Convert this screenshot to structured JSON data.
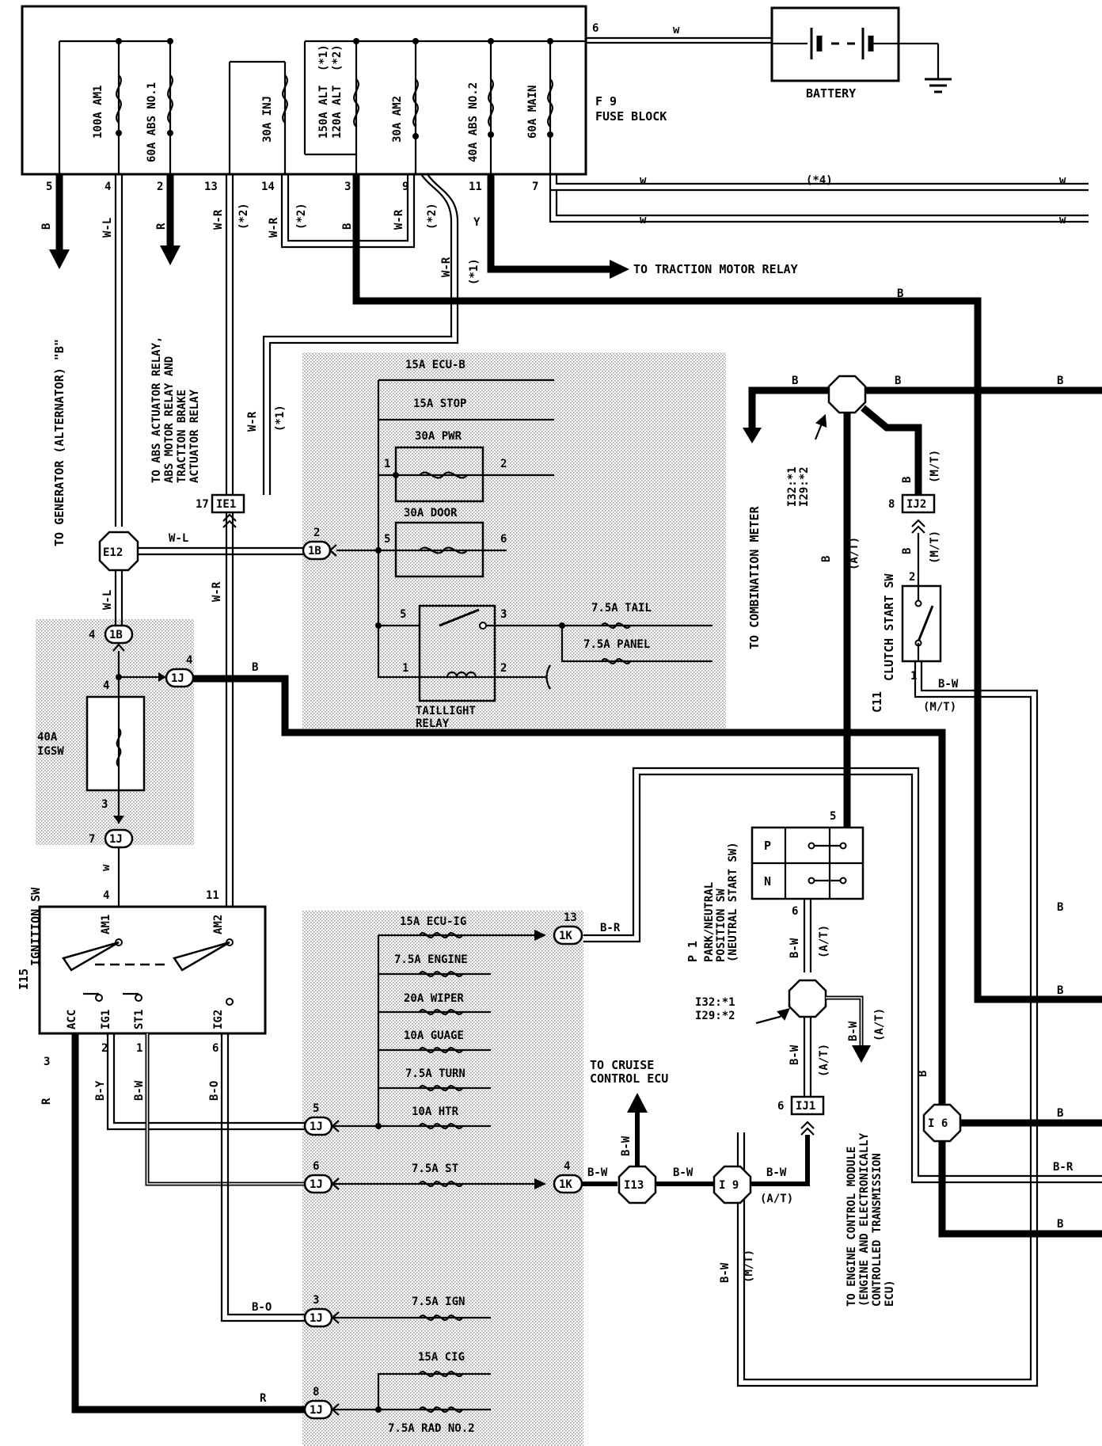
{
  "fuse_block": {
    "title_line1": "F 9",
    "title_line2": "FUSE BLOCK",
    "fuses": [
      {
        "label": "100A AM1"
      },
      {
        "label": "60A ABS NO.1"
      },
      {
        "label": "30A INJ"
      },
      {
        "label": "150A ALT (*1)",
        "line1": "150A ALT",
        "mark1": "(*1)"
      },
      {
        "label": "120A ALT (*2)",
        "line1": "120A ALT",
        "mark1": "(*2)"
      },
      {
        "label": "30A AM2"
      },
      {
        "label": "40A ABS NO.2"
      },
      {
        "label": "60A MAIN"
      }
    ],
    "pins": [
      "5",
      "4",
      "2",
      "13",
      "14",
      "3",
      "9",
      "11",
      "7",
      "6"
    ]
  },
  "battery": {
    "label": "BATTERY"
  },
  "wires": {
    "w": "w",
    "B": "B",
    "WL": "W-L",
    "R": "R",
    "WR": "W-R",
    "Y": "Y",
    "BR": "B-R",
    "BW": "B-W",
    "BY": "B-Y",
    "BO": "B-O"
  },
  "marks": {
    "m1": "(*1)",
    "m2": "(*2)",
    "m4": "(*4)",
    "at": "(A/T)",
    "mt": "(M/T)"
  },
  "destinations": {
    "traction": "TO TRACTION MOTOR RELAY",
    "generator": "TO GENERATOR (ALTERNATOR) \"B\"",
    "abs_line1": "TO ABS ACTUATOR RELAY,",
    "abs_line2": "ABS MOTOR RELAY AND",
    "abs_line3": "TRACTION BRAKE",
    "abs_line4": "ACTUATOR RELAY",
    "combination": "TO COMBINATION METER",
    "cruise_line1": "TO CRUISE",
    "cruise_line2": "CONTROL ECU",
    "ecm_line1": "TO ENGINE CONTROL MODULE",
    "ecm_line2": "(ENGINE AND ELECTRONICALLY",
    "ecm_line3": "CONTROLLED TRANSMISSION",
    "ecm_line4": "ECU)"
  },
  "jb_fuses_upper": {
    "ecu_b": "15A ECU-B",
    "stop": "15A STOP",
    "pwr": "30A PWR",
    "door": "30A DOOR",
    "tail": "7.5A TAIL",
    "panel": "7.5A PANEL",
    "relay_line1": "TAILLIGHT",
    "relay_line2": "RELAY"
  },
  "igsw": {
    "line1": "40A",
    "line2": "IGSW"
  },
  "ignition_switch": {
    "code": "I15",
    "name": "IGNITION SW",
    "terminals": [
      "AM1",
      "AM2",
      "ACC",
      "IG1",
      "ST1",
      "IG2"
    ]
  },
  "jb_fuses_lower": {
    "ecu_ig": "15A ECU-IG",
    "engine": "7.5A ENGINE",
    "wiper": "20A WIPER",
    "guage": "10A GUAGE",
    "turn": "7.5A TURN",
    "htr": "10A HTR",
    "st": "7.5A ST",
    "ign": "7.5A IGN",
    "cig": "15A CIG",
    "rad": "7.5A RAD NO.2"
  },
  "connectors": {
    "IE1": "IE1",
    "E12": "E12",
    "1B": "1B",
    "1J": "1J",
    "1K": "1K",
    "IJ2": "IJ2",
    "IJ1": "IJ1",
    "I13": "I13",
    "I9": "I 9",
    "I6": "I 6"
  },
  "splice_ref": {
    "line1": "I32:*1",
    "line2": "I29:*2"
  },
  "clutch": {
    "code": "C11",
    "name": "CLUTCH START SW"
  },
  "pn_switch": {
    "code": "P 1",
    "line1": "PARK/NEUTRAL",
    "line2": "POSITION SW",
    "line3": "(NEUTRAL START SW)",
    "p": "P",
    "n": "N"
  },
  "pin_numbers": {
    "ie1": "17",
    "one_b_a": "2",
    "one_b_b": "4",
    "one_j_4": "4",
    "igsw_in": "4",
    "igsw_out": "3",
    "one_j_7": "7",
    "sw_am1": "4",
    "sw_am2": "11",
    "sw_acc": "3",
    "sw_ig1": "2",
    "sw_st1": "1",
    "sw_ig2": "6",
    "pwr1": "1",
    "pwr2": "2",
    "door5": "5",
    "door6": "6",
    "rel5": "5",
    "rel3": "3",
    "rel1": "1",
    "rel2": "2",
    "ij2": "8",
    "cl2": "2",
    "cl1": "1",
    "pn5": "5",
    "pn6": "6",
    "ij1": "6",
    "k13": "13",
    "j5": "5",
    "j6": "6",
    "k4": "4",
    "j3": "3",
    "j8": "8"
  }
}
